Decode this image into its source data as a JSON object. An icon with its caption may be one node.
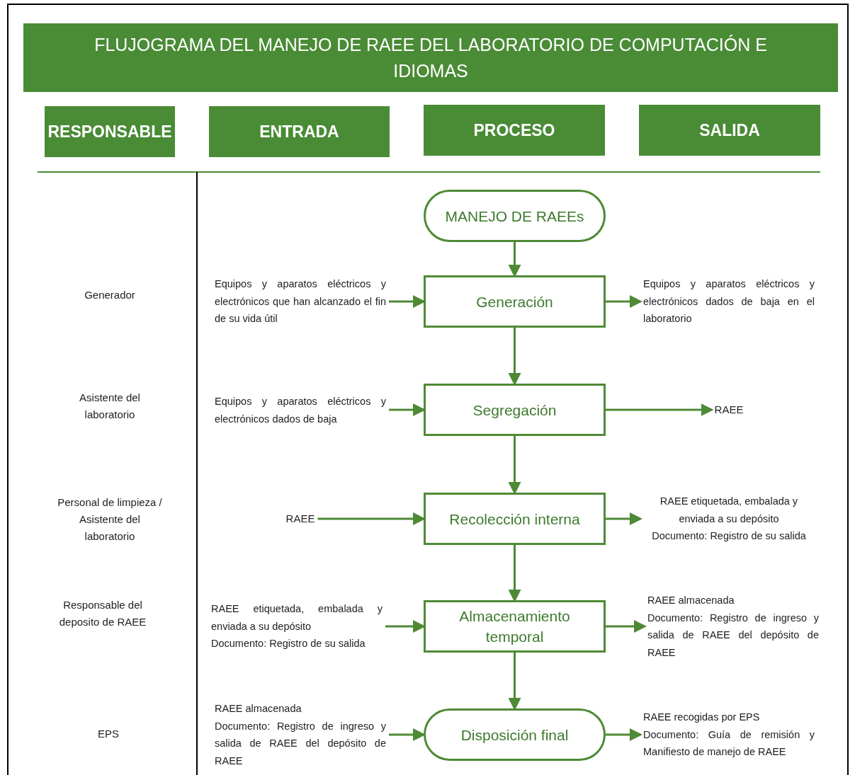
{
  "diagram": {
    "title": "FLUJOGRAMA DEL MANEJO DE RAEE DEL LABORATORIO DE COMPUTACIÓN E IDIOMAS",
    "nodes": [
      {
        "text": [
          "RESPONSABLE"
        ]
      },
      {
        "text": [
          "ENTRADA"
        ]
      },
      {
        "text": [
          "PROCESO"
        ]
      },
      {
        "text": [
          "SALIDA"
        ]
      },
      {
        "text": [
          "MANEJO DE RAEEs"
        ]
      },
      {
        "text": [
          "Equipos y aparatos eléctricos y electrónicos que han alcanzado el fin de su vida útil"
        ]
      },
      {
        "text": [
          "Generación"
        ]
      },
      {
        "text": [
          "Equipos y aparatos eléctricos y electrónicos dados de baja en el laboratorio"
        ]
      },
      {
        "text": [
          "Equipos y aparatos eléctricos y electrónicos dados de baja"
        ]
      },
      {
        "text": [
          "Segregación"
        ]
      },
      {
        "text": [
          "RAEE"
        ]
      },
      {
        "text": [
          "RAEE"
        ]
      },
      {
        "text": [
          "Recolección interna"
        ]
      },
      {
        "text": [
          "RAEE etiquetada, embalada y enviada a su depósito",
          "Documento: Registro de su salida"
        ]
      },
      {
        "text": [
          "RAEE etiquetada, embalada y enviada a su depósito",
          "Documento: Registro de su salida"
        ]
      },
      {
        "text": [
          "Almacenamiento temporal"
        ]
      },
      {
        "text": [
          "RAEE almacenada",
          "Documento: Registro de ingreso y salida de RAEE del depósito de RAEE"
        ]
      },
      {
        "text": [
          "RAEE almacenada",
          "Documento: Registro de ingreso y salida de RAEE del depósito de RAEE"
        ]
      },
      {
        "text": [
          "Disposición final"
        ]
      },
      {
        "text": [
          "RAEE recogidas por EPS",
          "Documento: Guía de remisión y Manifiesto de manejo de RAEE"
        ]
      }
    ],
    "edges": [
      {
        "from": 4,
        "to": 6,
        "arrow": "to"
      },
      {
        "from": 5,
        "to": 6,
        "arrow": "to"
      },
      {
        "from": 6,
        "to": 7,
        "arrow": "to"
      },
      {
        "from": 6,
        "to": 9,
        "arrow": "to"
      },
      {
        "from": 8,
        "to": 9,
        "arrow": "to"
      },
      {
        "from": 9,
        "to": 10,
        "arrow": "to"
      },
      {
        "from": 9,
        "to": 12,
        "arrow": "to"
      },
      {
        "from": 11,
        "to": 12,
        "arrow": "to"
      },
      {
        "from": 12,
        "to": 13,
        "arrow": "to"
      },
      {
        "from": 12,
        "to": 15,
        "arrow": "to"
      },
      {
        "from": 14,
        "to": 15,
        "arrow": "to"
      },
      {
        "from": 15,
        "to": 16,
        "arrow": "to"
      },
      {
        "from": 15,
        "to": 18,
        "arrow": "to"
      },
      {
        "from": 17,
        "to": 18,
        "arrow": "to"
      },
      {
        "from": 18,
        "to": 19,
        "arrow": "to"
      }
    ],
    "labels": [
      "Generador",
      "Asistente del laboratorio",
      "Personal de limpieza / Asistente del laboratorio",
      "Responsable del deposito de RAEE",
      "EPS"
    ]
  }
}
